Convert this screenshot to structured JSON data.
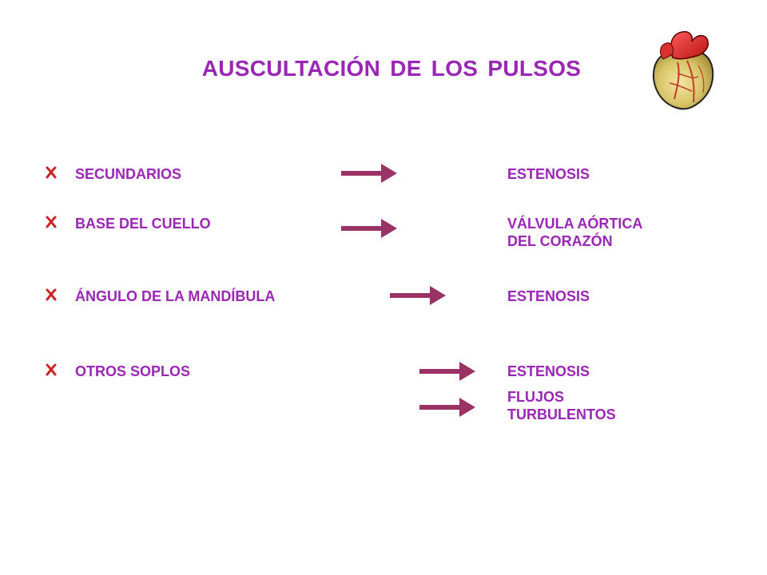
{
  "title": "AUSCULTACIÓN DE LOS PULSOS",
  "colors": {
    "text": "#9b26b6",
    "arrow": "#993366",
    "bullet": "#cc2222"
  },
  "rows": [
    {
      "label": "SECUNDARIOS",
      "result": "ESTENOSIS"
    },
    {
      "label": "BASE DEL CUELLO",
      "result_lines": [
        "VÁLVULA AÓRTICA",
        "DEL CORAZÓN"
      ]
    },
    {
      "label": "ÁNGULO DE LA MANDÍBULA",
      "result": "ESTENOSIS"
    },
    {
      "label": "OTROS SOPLOS",
      "result": "ESTENOSIS",
      "extra_result_lines": [
        "FLUJOS",
        "TURBULENTOS"
      ]
    }
  ],
  "icons": {
    "bullet": "x-mark-icon",
    "arrow": "right-arrow-icon",
    "heart": "heart-image"
  }
}
